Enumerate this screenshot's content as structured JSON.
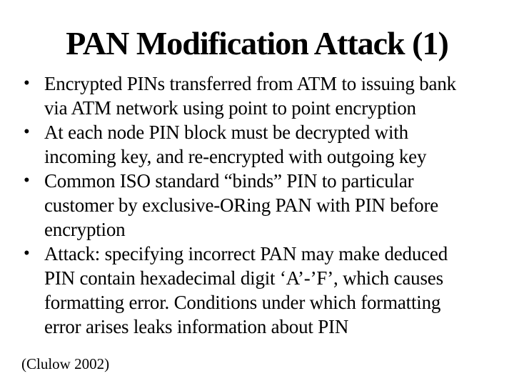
{
  "slide": {
    "title": "PAN Modification Attack (1)",
    "bullet_char": "•",
    "bullets": [
      {
        "text": "Encrypted PINs transferred from ATM to issuing bank\nvia ATM network using point to point encryption"
      },
      {
        "text": "At each node PIN block must be decrypted with\nincoming key, and re-encrypted with outgoing key"
      },
      {
        "text": "Common ISO standard “binds” PIN to particular\ncustomer by exclusive-ORing PAN with PIN before\nencryption"
      },
      {
        "text": "Attack: specifying incorrect PAN may make deduced\nPIN contain hexadecimal digit ‘A’-’F’, which causes\nformatting error. Conditions under which formatting\nerror arises leaks information about PIN"
      }
    ],
    "footer": "(Clulow 2002)"
  },
  "colors": {
    "background": "#ffffff",
    "text": "#000000"
  }
}
